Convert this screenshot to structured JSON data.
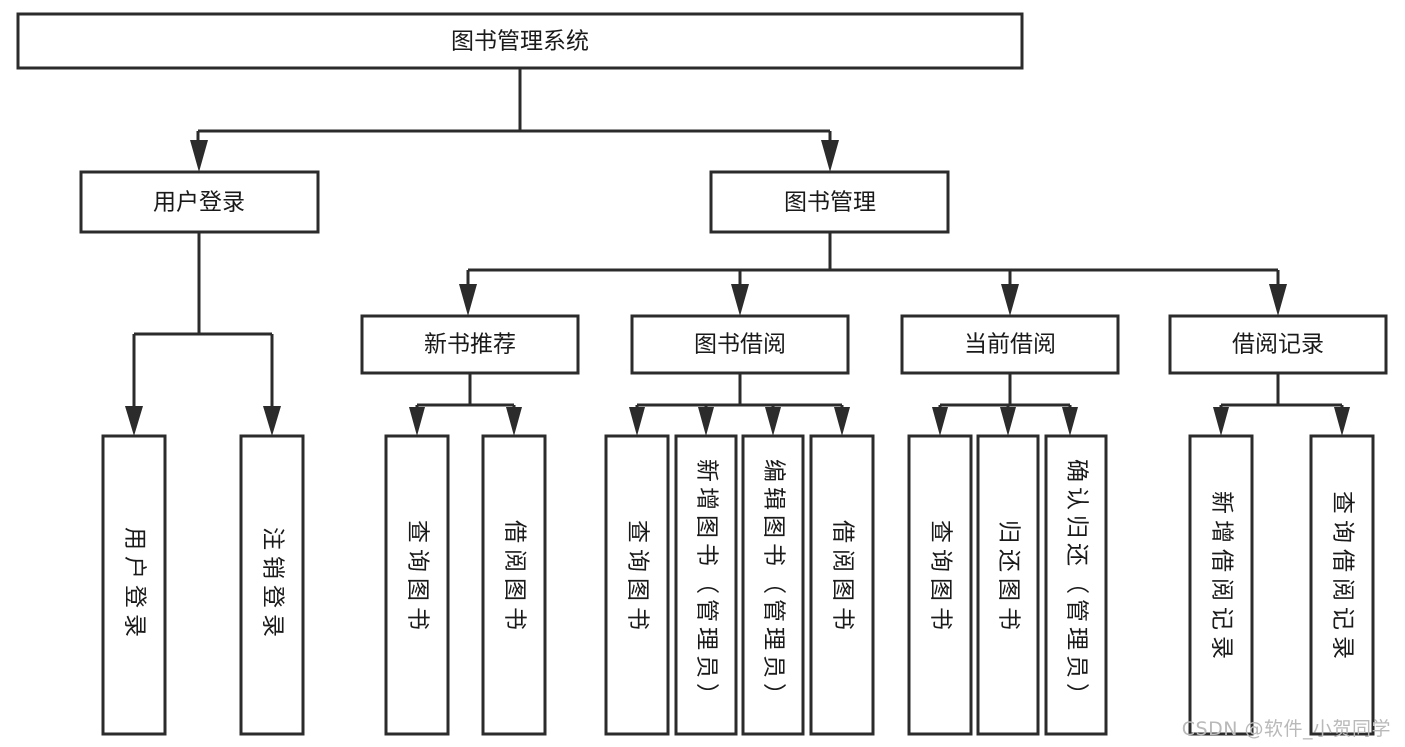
{
  "diagram": {
    "title": "图书管理系统",
    "type": "tree-hierarchy-flowchart",
    "watermark": "CSDN @软件_小贺同学",
    "colors": {
      "stroke": "#2b2b2b",
      "box_fill": "#ffffff",
      "text": "#1a1a1a",
      "background": "#ffffff",
      "watermark": "#b9b9b9"
    },
    "nodes": {
      "root": {
        "label": "图书管理系统",
        "orientation": "horizontal"
      },
      "level2": [
        {
          "id": "user-login",
          "label": "用户登录",
          "orientation": "horizontal"
        },
        {
          "id": "book-management",
          "label": "图书管理",
          "orientation": "horizontal"
        }
      ],
      "level3": [
        {
          "id": "new-book-recommend",
          "label": "新书推荐",
          "orientation": "horizontal"
        },
        {
          "id": "book-borrow",
          "label": "图书借阅",
          "orientation": "horizontal"
        },
        {
          "id": "current-borrow",
          "label": "当前借阅",
          "orientation": "horizontal"
        },
        {
          "id": "borrow-record",
          "label": "借阅记录",
          "orientation": "horizontal"
        }
      ],
      "leaves": {
        "user-login": [
          {
            "id": "leaf-user-login",
            "label": "用户登录",
            "orientation": "vertical"
          },
          {
            "id": "leaf-user-logout",
            "label": "注销登录",
            "orientation": "vertical"
          }
        ],
        "new-book-recommend": [
          {
            "id": "leaf-query-book-1",
            "label": "查询图书",
            "orientation": "vertical"
          },
          {
            "id": "leaf-borrow-book-1",
            "label": "借阅图书",
            "orientation": "vertical"
          }
        ],
        "book-borrow": [
          {
            "id": "leaf-query-book-2",
            "label": "查询图书",
            "orientation": "vertical"
          },
          {
            "id": "leaf-add-book",
            "label": "新增图书（管理员）",
            "orientation": "vertical"
          },
          {
            "id": "leaf-edit-book",
            "label": "编辑图书（管理员）",
            "orientation": "vertical"
          },
          {
            "id": "leaf-borrow-book-2",
            "label": "借阅图书",
            "orientation": "vertical"
          }
        ],
        "current-borrow": [
          {
            "id": "leaf-query-book-3",
            "label": "查询图书",
            "orientation": "vertical"
          },
          {
            "id": "leaf-return-book",
            "label": "归还图书",
            "orientation": "vertical"
          },
          {
            "id": "leaf-confirm-return",
            "label": "确认归还（管理员）",
            "orientation": "vertical"
          }
        ],
        "borrow-record": [
          {
            "id": "leaf-add-record",
            "label": "新增借阅记录",
            "orientation": "vertical"
          },
          {
            "id": "leaf-query-record",
            "label": "查询借阅记录",
            "orientation": "vertical"
          }
        ]
      }
    }
  }
}
